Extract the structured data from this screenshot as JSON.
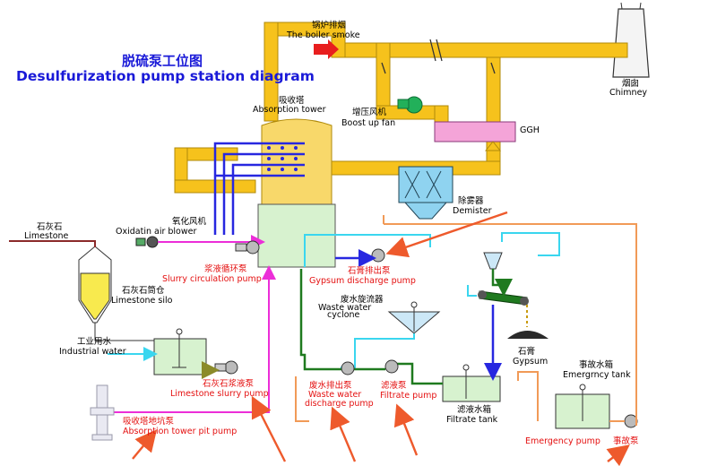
{
  "title": {
    "cn": "脱硫泵工位图",
    "en": "Desulfurization pump station diagram"
  },
  "colors": {
    "flue": "#f6c21c",
    "smoke_arrow": "#e81e1e",
    "cold_gas": "#2727e0",
    "slurry_pink": "#ec2ed8",
    "limestone_olive": "#8b8b2a",
    "water_cyan": "#3ad6ef",
    "green_line": "#1f7a1f",
    "accident_orange": "#f19a57",
    "red_label": "#e41010",
    "annotation_arrow": "#ee5a2c",
    "ggh_pink": "#f4a4d8"
  },
  "labels": {
    "boiler_smoke_cn": "锅炉排烟",
    "boiler_smoke_en": "The boiler smoke",
    "chimney_cn": "烟囱",
    "chimney_en": "Chimney",
    "absorption_tower_cn": "吸收塔",
    "absorption_tower_en": "Absorption tower",
    "boost_fan_cn": "增压风机",
    "boost_fan_en": "Boost up fan",
    "ggh": "GGH",
    "demister_cn": "除雾器",
    "demister_en": "Demister",
    "limestone_cn": "石灰石",
    "limestone_en": "Limestone",
    "oxidation_blower_cn": "氧化风机",
    "oxidation_blower_en": "Oxidatin air blower",
    "slurry_circ_cn": "浆液循环泵",
    "slurry_circ_en": "Slurry circulation pump",
    "gypsum_discharge_cn": "石膏排出泵",
    "gypsum_discharge_en": "Gypsum discharge pump",
    "limestone_silo_cn": "石灰石筒仓",
    "limestone_silo_en": "Limestone silo",
    "waste_cyclone_cn": "废水旋流器",
    "waste_cyclone_en_1": "Waste water",
    "waste_cyclone_en_2": "cyclone",
    "industrial_water_cn": "工业用水",
    "industrial_water_en": "Industrial water",
    "gypsum_cn": "石膏",
    "gypsum_en": "Gypsum",
    "emergency_tank_cn": "事故水箱",
    "emergency_tank_en": "Emergrncy tank",
    "limestone_slurry_cn": "石灰石浆液泵",
    "limestone_slurry_en": "Limestone slurry pump",
    "waste_discharge_cn": "废水排出泵",
    "waste_discharge_en_1": "Waste water",
    "waste_discharge_en_2": "discharge pump",
    "filtrate_pump_cn": "滤液泵",
    "filtrate_pump_en": "Filtrate pump",
    "filtrate_tank_cn": "滤液水箱",
    "filtrate_tank_en": "Filtrate tank",
    "pit_pump_cn": "吸收塔地坑泵",
    "pit_pump_en": "Absorption tower pit pump",
    "emergency_pump_en": "Emergency pump",
    "emergency_pump_cn": "事故泵"
  }
}
